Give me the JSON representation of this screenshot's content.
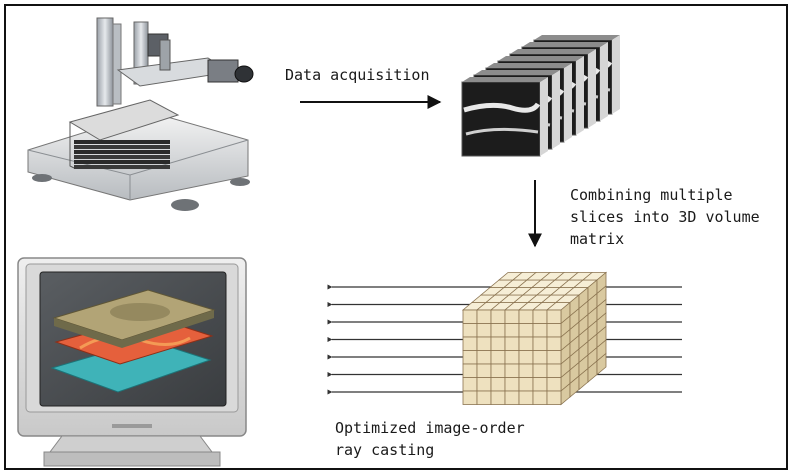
{
  "labels": {
    "acquisition": "Data acquisition",
    "combining_line1": "Combining multiple",
    "combining_line2": "slices into 3D volume",
    "combining_line3": "matrix",
    "raycasting_line1": "Optimized image-order",
    "raycasting_line2": "ray casting"
  },
  "illustrations": {
    "scanner": "scanner-machine-icon",
    "slices": "slice-stack-icon",
    "volume": "voxel-cube-icon",
    "monitor": "crt-monitor-icon"
  },
  "colors": {
    "frame": "#111111",
    "text": "#1a1a1a",
    "voxel_face": "#eee1bf",
    "voxel_line": "#8a7350",
    "ray": "#333333"
  },
  "volume_grid": {
    "cols": 7,
    "rows": 7,
    "depth": 5
  },
  "slice_count": 7,
  "ray_count": 7
}
